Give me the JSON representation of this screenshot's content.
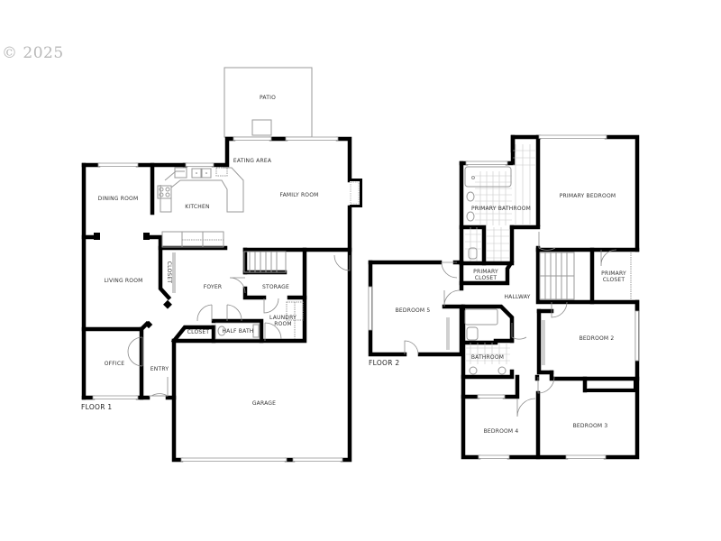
{
  "watermark": {
    "text": "© 2025"
  },
  "floor1": {
    "label": "FLOOR 1",
    "rooms": {
      "patio": "PATIO",
      "eating_area": "EATING AREA",
      "family_room": "FAMILY ROOM",
      "dining_room": "DINING ROOM",
      "kitchen": "KITCHEN",
      "living_room": "LIVING ROOM",
      "closet_living": "CLOSET",
      "foyer": "FOYER",
      "storage": "STORAGE",
      "laundry_line1": "LAUNDRY",
      "laundry_line2": "ROOM",
      "closet_foyer": "CLOSET",
      "half_bath": "HALF BATH",
      "office": "OFFICE",
      "entry": "ENTRY",
      "garage": "GARAGE"
    }
  },
  "floor2": {
    "label": "FLOOR 2",
    "rooms": {
      "primary_bedroom": "PRIMARY BEDROOM",
      "primary_bathroom": "PRIMARY BATHROOM",
      "primary_closet_left_line1": "PRIMARY",
      "primary_closet_left_line2": "CLOSET",
      "primary_closet_right_line1": "PRIMARY",
      "primary_closet_right_line2": "CLOSET",
      "hallway": "HALLWAY",
      "bedroom5": "BEDROOM 5",
      "bedroom2": "BEDROOM 2",
      "bathroom": "BATHROOM",
      "bedroom4": "BEDROOM 4",
      "bedroom3": "BEDROOM 3"
    }
  },
  "colors": {
    "wall": "#000000",
    "fixture": "#9a9a9a",
    "watermark": "#b8b8b8",
    "text": "#333333"
  }
}
